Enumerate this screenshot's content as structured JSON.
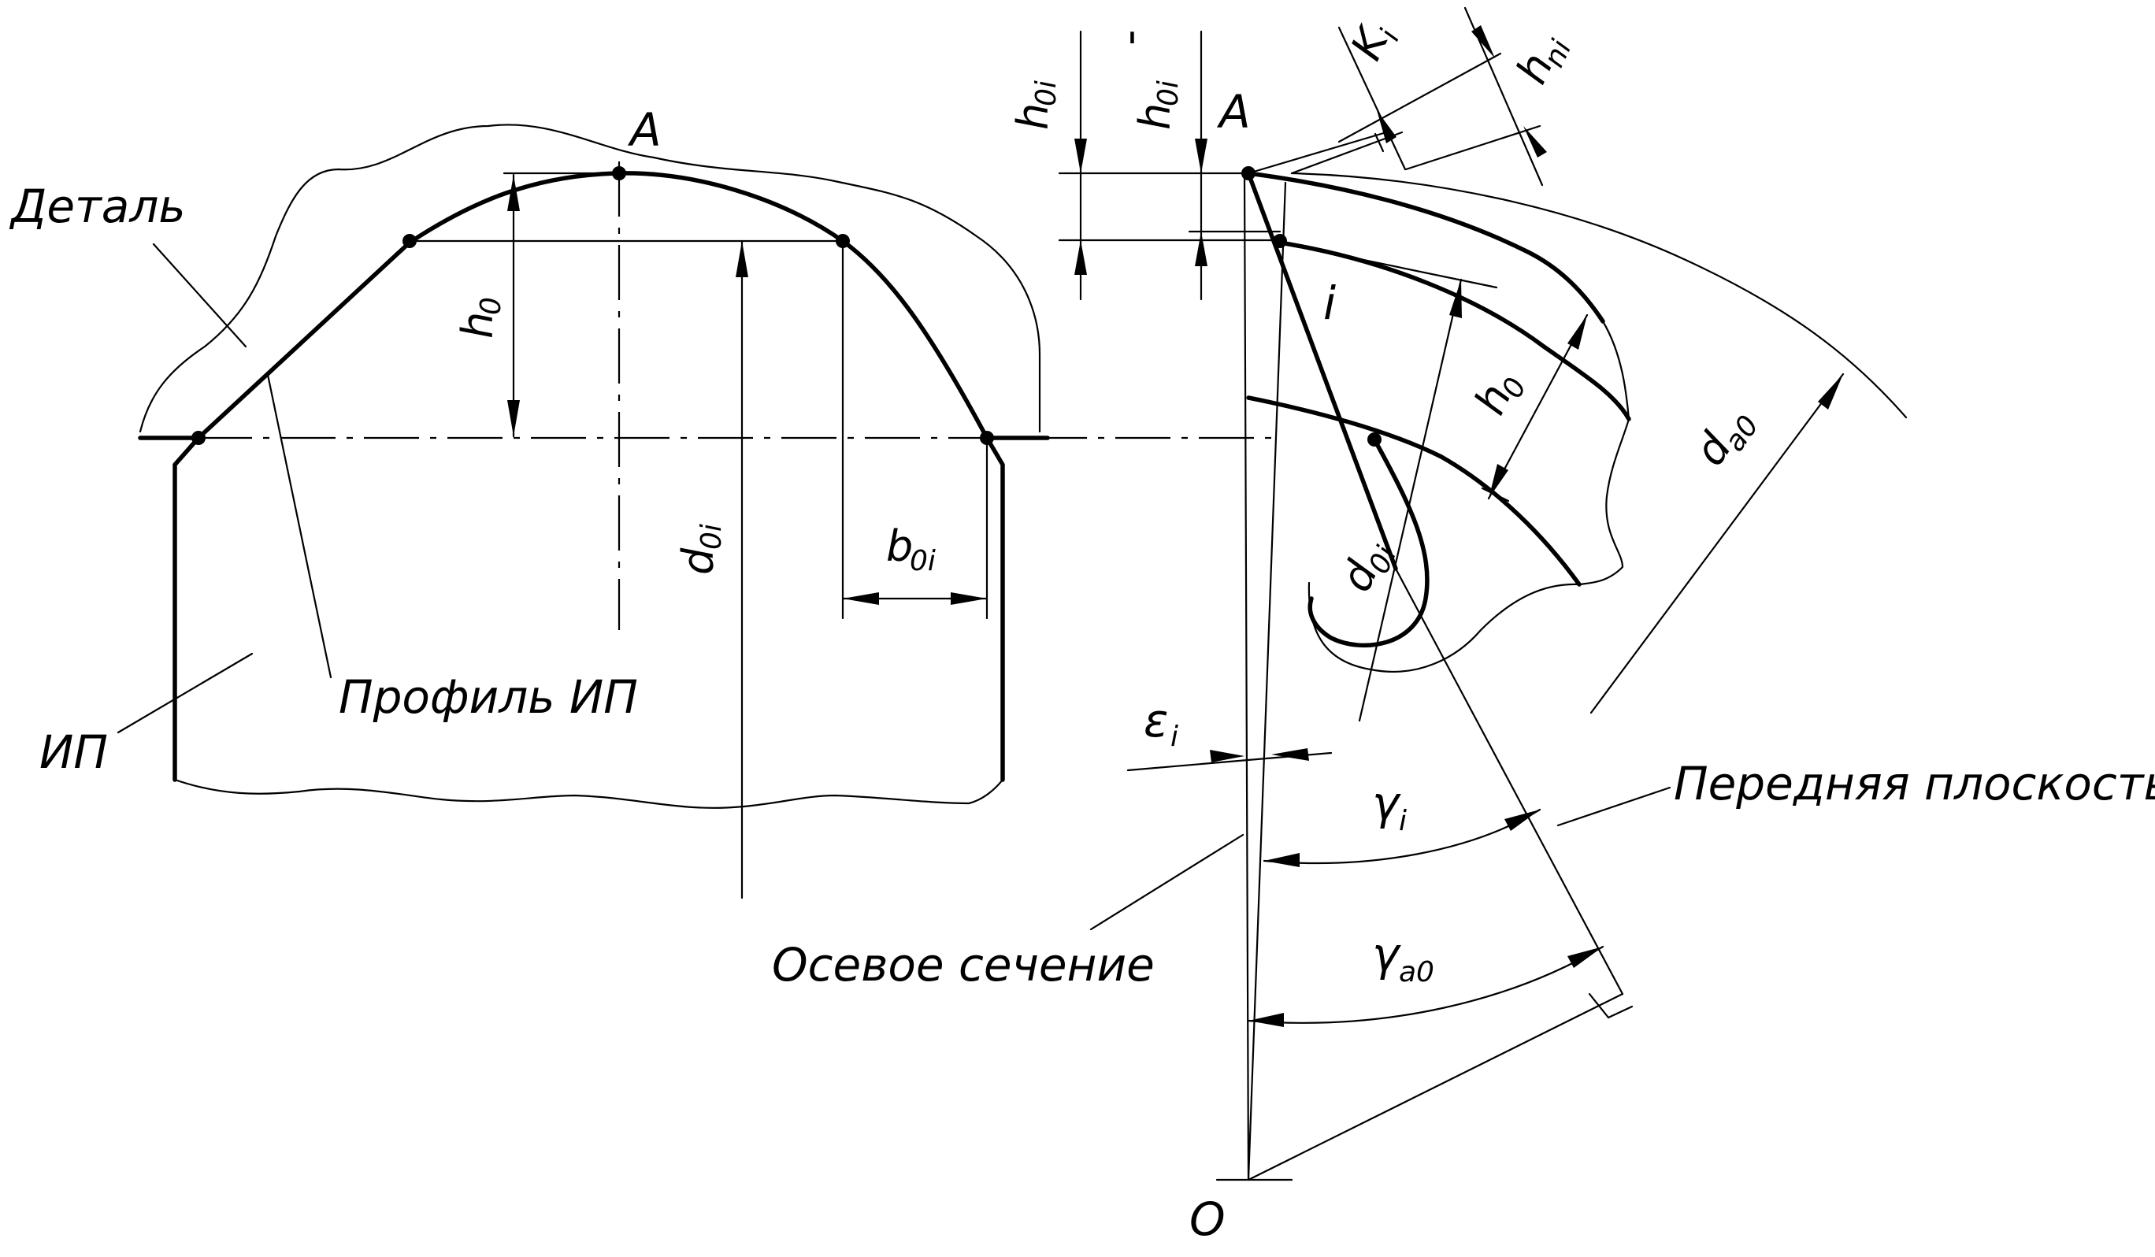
{
  "labels": {
    "part": "Деталь",
    "tool_profile": "Профиль ИП",
    "tool": "ИП",
    "point_A_left": "A",
    "point_A_right": "A",
    "h0_left": "h",
    "h0_left_sub": "0",
    "d0i_left": "d",
    "d0i_left_sub": "0i",
    "b0i": "b",
    "b0i_sub": "0i",
    "h0i": "h",
    "h0i_sub": "0i",
    "h0i_prime": "h",
    "h0i_prime_sub": "0i",
    "h0i_prime_mark": "'",
    "k": "K",
    "k_sub": "i",
    "hn": "h",
    "hn_sub": "ni",
    "point_i": "i",
    "h0_right": "h",
    "h0_right_sub": "0",
    "d0i_right": "d",
    "d0i_right_sub": "0i",
    "da0": "d",
    "da0_sub": "a0",
    "epsilon": "ε",
    "epsilon_sub": "i",
    "gamma_i": "γ",
    "gamma_i_sub": "i",
    "gamma_a0": "γ",
    "gamma_a0_sub": "a0",
    "rake_plane": "Передняя плоскость",
    "axial_section": "Осевое сечение",
    "origin": "O"
  }
}
